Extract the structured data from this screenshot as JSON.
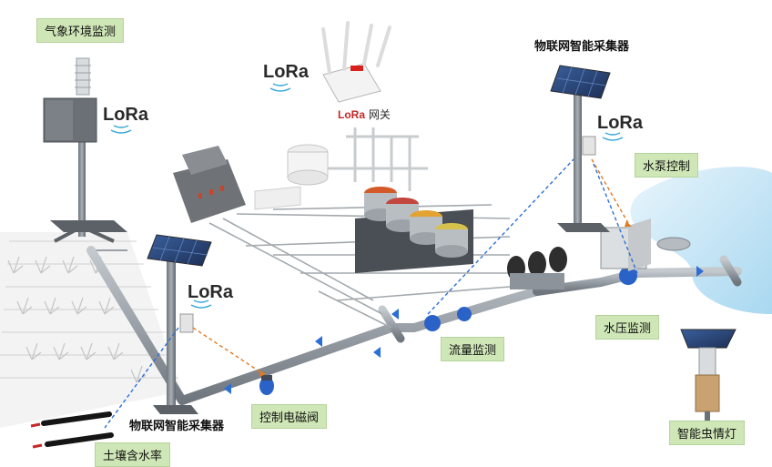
{
  "labels": {
    "weather": "气象环境监测",
    "pump_control": "水泵控制",
    "water_pressure": "水压监测",
    "flow": "流量监测",
    "valve": "控制电磁阀",
    "soil": "土壤含水率",
    "insect_lamp": "智能虫情灯"
  },
  "titles": {
    "collector_top": "物联网智能采集器",
    "collector_bottom": "物联网智能采集器"
  },
  "lora": {
    "brand": "LoRa",
    "gateway_brand": "LoRa",
    "gateway_suffix": " 网关"
  },
  "colors": {
    "label_bg": "#cfe6b6",
    "pipe": "#8d949b",
    "link_blue": "#2b6fd6",
    "link_orange": "#e07a20",
    "water": "#bfe3f5"
  }
}
